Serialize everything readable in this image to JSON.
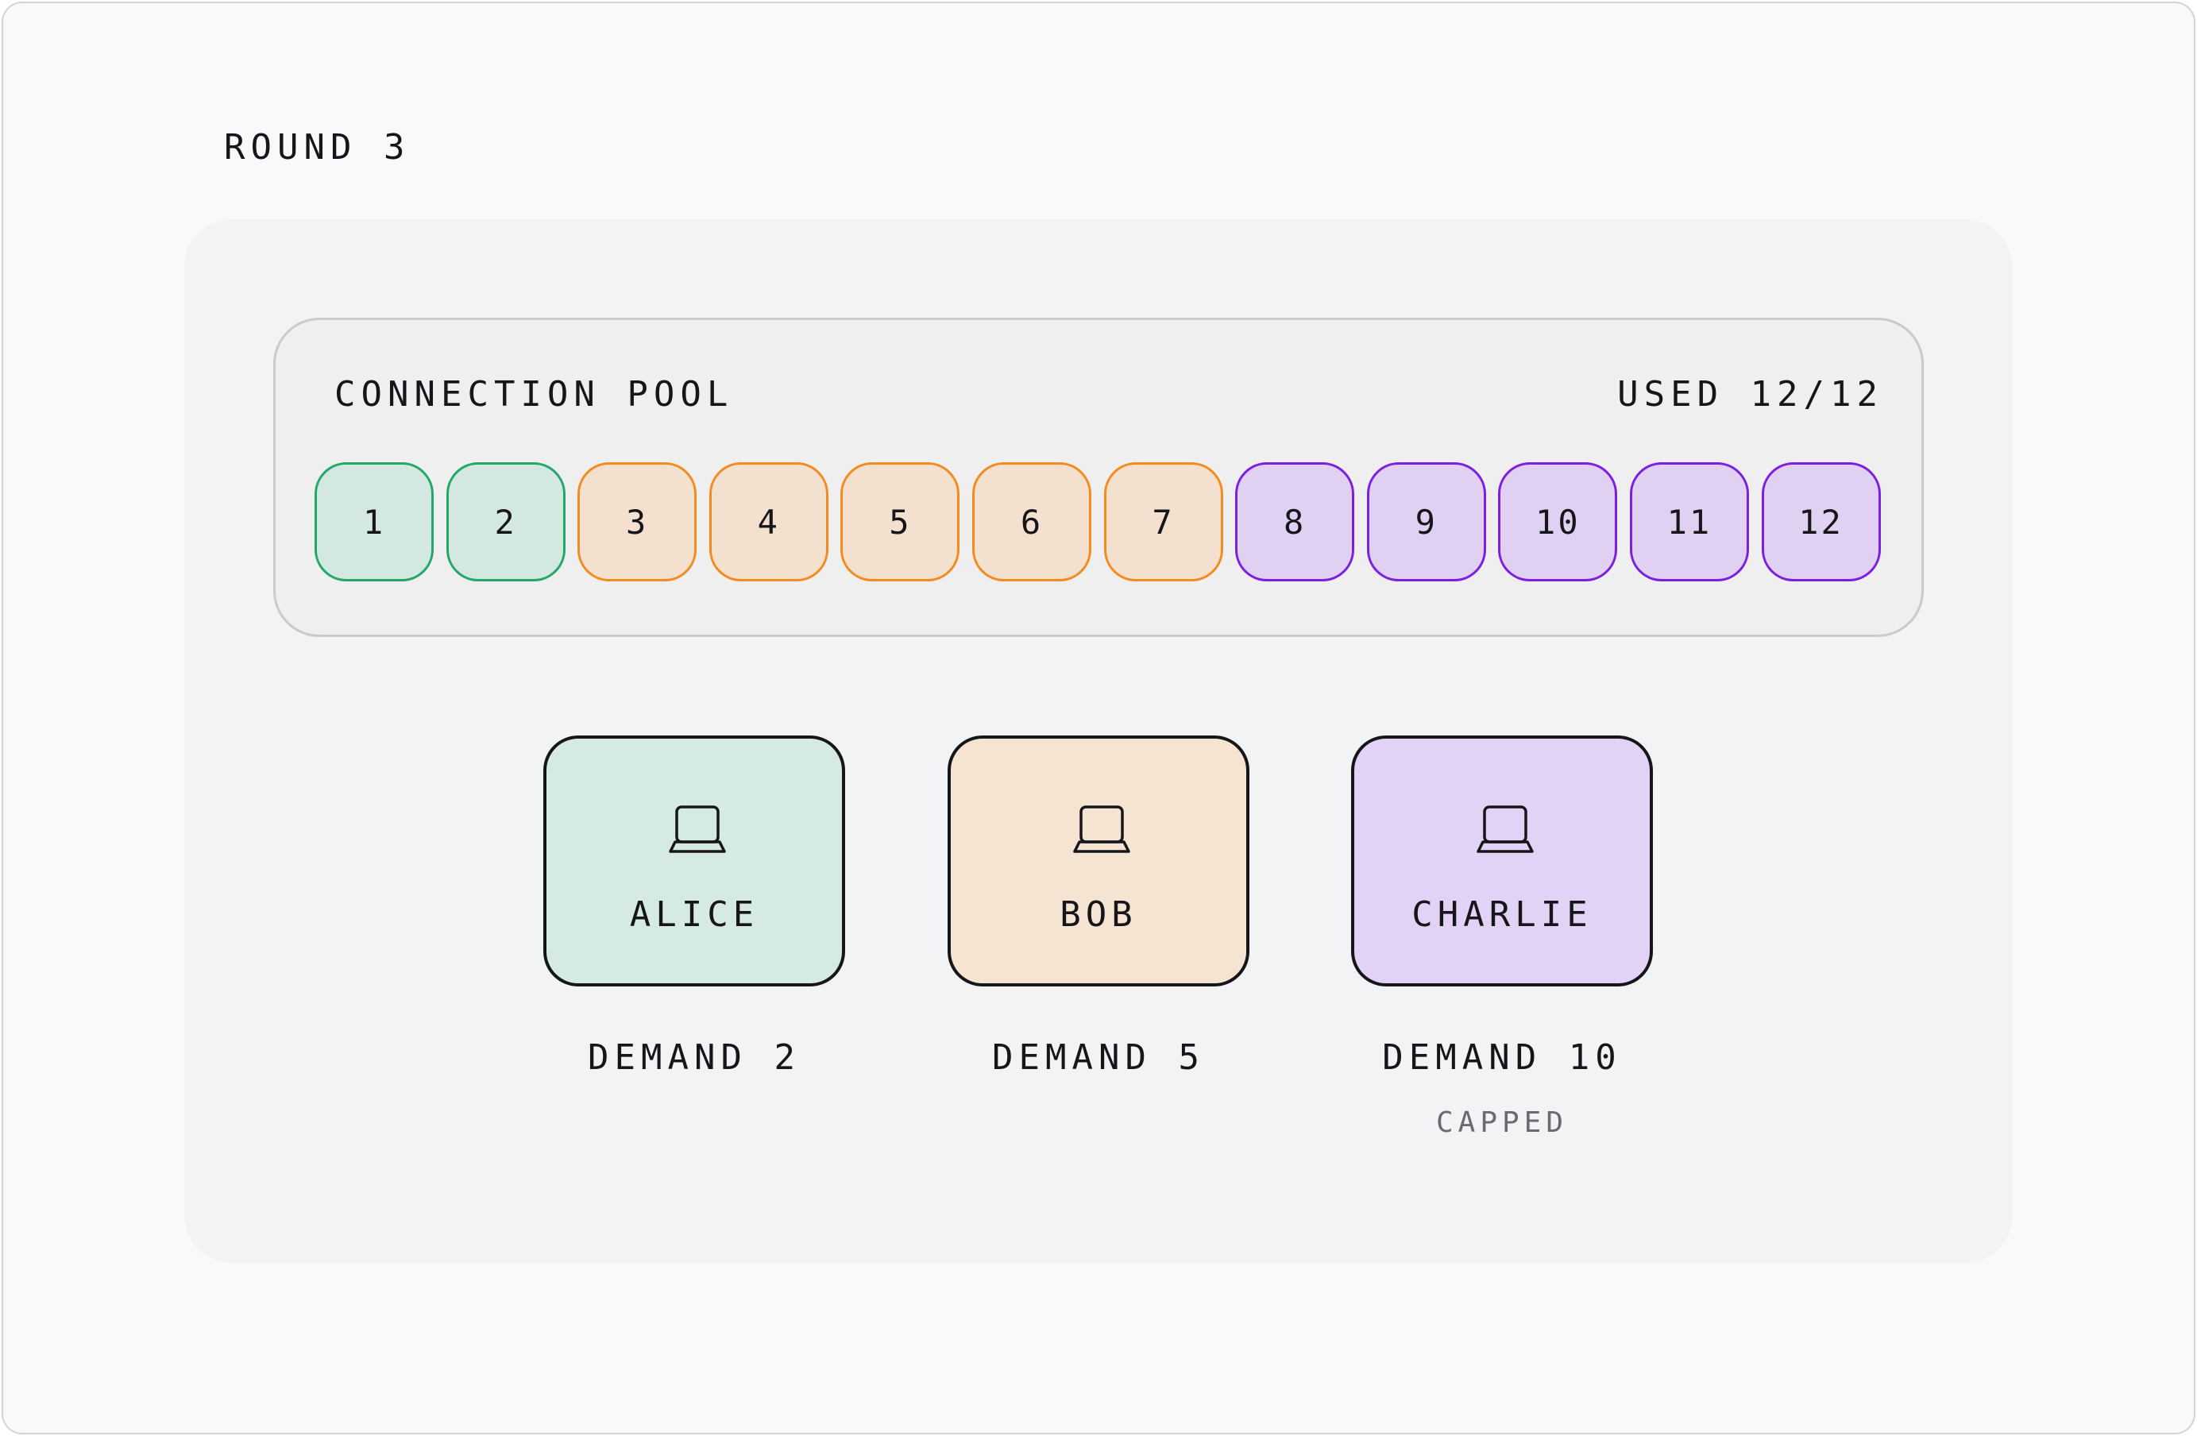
{
  "round_title": "ROUND 3",
  "pool": {
    "label": "CONNECTION POOL",
    "used": "USED 12/12",
    "slots": [
      {
        "label": "1",
        "owner": "alice"
      },
      {
        "label": "2",
        "owner": "alice"
      },
      {
        "label": "3",
        "owner": "bob"
      },
      {
        "label": "4",
        "owner": "bob"
      },
      {
        "label": "5",
        "owner": "bob"
      },
      {
        "label": "6",
        "owner": "bob"
      },
      {
        "label": "7",
        "owner": "bob"
      },
      {
        "label": "8",
        "owner": "charlie"
      },
      {
        "label": "9",
        "owner": "charlie"
      },
      {
        "label": "10",
        "owner": "charlie"
      },
      {
        "label": "11",
        "owner": "charlie"
      },
      {
        "label": "12",
        "owner": "charlie"
      }
    ]
  },
  "clients": [
    {
      "id": "alice",
      "name": "ALICE",
      "demand": "DEMAND 2",
      "status": "",
      "icon": "laptop-icon",
      "color": "#24a86a"
    },
    {
      "id": "bob",
      "name": "BOB",
      "demand": "DEMAND 5",
      "status": "",
      "icon": "laptop-icon",
      "color": "#f28c1e"
    },
    {
      "id": "charlie",
      "name": "CHARLIE",
      "demand": "DEMAND 10",
      "status": "CAPPED",
      "icon": "laptop-icon",
      "color": "#7d1fe0"
    }
  ],
  "colors": {
    "alice": "#24a86a",
    "bob": "#f28c1e",
    "charlie": "#7d1fe0"
  }
}
